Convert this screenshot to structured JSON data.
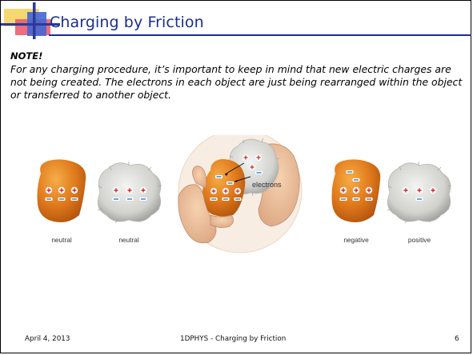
{
  "slide": {
    "title": "Charging by Friction",
    "note_heading": "NOTE!",
    "note_body": "For any charging procedure, it’s important to keep in mind that new electric charges are not being created.  The electrons in each object are just being rearranged within the object or transferred to another object."
  },
  "figure": {
    "captions": [
      "neutral",
      "neutral",
      "negative",
      "positive"
    ],
    "electrons_label": "electrons",
    "plus_symbol": "+",
    "minus_symbol": "−"
  },
  "footer": {
    "date": "April 4, 2013",
    "course": "1DPHYS - Charging by Friction",
    "page": "6"
  },
  "colors": {
    "title": "#1a2f8f",
    "amber": "#e07a1c",
    "positive": "#d42828",
    "negative": "#2a7fc4"
  }
}
